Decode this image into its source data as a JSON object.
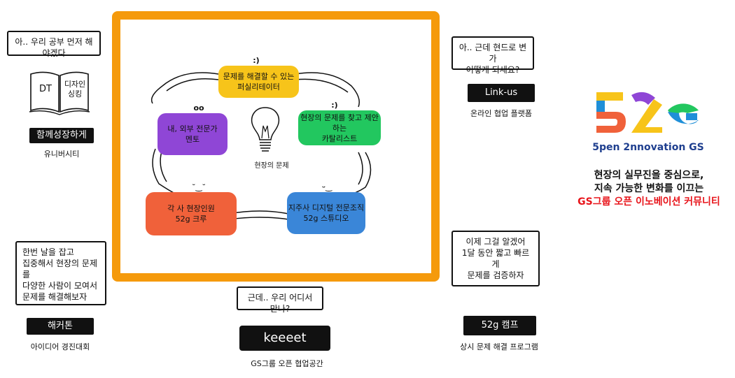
{
  "bubbles": {
    "top_left": "아.. 우리 공부 먼저 해야겠다",
    "top_right_1": "아.. 근데 현드로 변가",
    "top_right_2": "어떻게 되세요?",
    "bottom_left": [
      "한번 날을 잡고",
      "집중해서 현장의 문제를",
      "다양한 사람이 모여서",
      "문제를 해결해보자"
    ],
    "bottom_center": "근데.. 우리 어디서 만나?",
    "bottom_right": [
      "이제 그걸 알겠어",
      "1달 동안 짧고 빠르게",
      "문제를 검증하자"
    ]
  },
  "book": {
    "left": "DT",
    "right_1": "디자인",
    "right_2": "싱킹"
  },
  "tags": {
    "university": "함께성장하게",
    "university_sub": "유니버시티",
    "linkus": "Link-us",
    "linkus_sub": "온라인 협업 플랫폼",
    "hackathon": "해커톤",
    "hackathon_sub": "아이디어 경진대회",
    "keeeet": "keeeet",
    "keeeet_sub": "GS그룹 오픈 협업공간",
    "camp": "52g 캠프",
    "camp_sub": "상시 문제 해결 프로그램"
  },
  "blobs": {
    "yellow": [
      "문제를 해결할 수 있는",
      "퍼실리테이터"
    ],
    "purple": [
      "내, 외부 전문가",
      "멘토"
    ],
    "green": [
      "현장의 문제를 찾고 제안하는",
      "카탈리스트"
    ],
    "orange": [
      "각 사 현장인원",
      "52g 크루"
    ],
    "blue": [
      "지주사 디지털 전문조직",
      "52g 스튜디오"
    ],
    "center": "현장의 문제"
  },
  "logo": {
    "wordmark": "5pen 2nnovation GS",
    "mark": "52G"
  },
  "tagline": {
    "line1": "현장의 실무진을 중심으로,",
    "line2": "지속 가능한 변화를 이끄는",
    "line3": "GS그룹 오픈 이노베이션 커뮤니티"
  },
  "colors": {
    "frame": "#f59a0c",
    "yellow": "#f7c41a",
    "purple": "#8f46d6",
    "green": "#22c75f",
    "orange": "#f0613a",
    "blue": "#3a86d8",
    "tagline_red": "#e8151b"
  }
}
